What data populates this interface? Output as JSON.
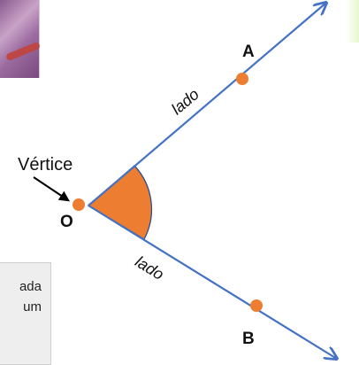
{
  "labels": {
    "vertex": "Vértice",
    "origin": "O",
    "point_a": "A",
    "point_b": "B",
    "side_upper": "lado",
    "side_lower": "lado"
  },
  "partial_text": {
    "line1": "ada",
    "line2": "um"
  },
  "colors": {
    "ray": "#4472C4",
    "point": "#ED7D31",
    "angle_fill": "#ED7D31",
    "angle_stroke": "#2F4E8C",
    "arrow": "#000000"
  }
}
